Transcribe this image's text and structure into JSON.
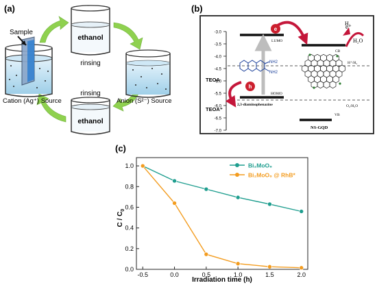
{
  "panels": {
    "a": {
      "label": "(a)",
      "sample_label": "Sample",
      "cation_label": "Cation (Ag⁺) Source",
      "anion_label": "Anion (S²⁻) Source",
      "ethanol_top": "ethanol",
      "ethanol_bottom": "ethanol",
      "rinsing_top": "rinsing",
      "rinsing_bottom": "rinsing",
      "arrow_color": "#8fd14f"
    },
    "b": {
      "label": "(b)",
      "axis_ticks": [
        "-3.0",
        "-3.5",
        "-4.0",
        "-4.5",
        "-5.0",
        "-5.5",
        "-6.0",
        "-6.5",
        "-7.0"
      ],
      "lumo": "LUMO",
      "homo": "HOMO",
      "cb": "CB",
      "vb": "VB",
      "molecule_name": "2,3-diaminophenazine",
      "nh2_1": "NH2",
      "nh2_2": "NH2",
      "teoa": "TEOA",
      "teoa_plus": "TEOA⁺",
      "electron": "e",
      "hole": "h",
      "e_minus": "e⁻",
      "h2": "H₂",
      "h2o": "H₂O",
      "h_couple": "H⁺/H₂",
      "o_couple": "O₂/H₂O",
      "gqd_label": "NS-GQD",
      "accent_red": "#cc1f2e",
      "arrow_crimson": "#c4163a"
    },
    "c": {
      "label": "(c)",
      "chart_data": {
        "type": "line",
        "x": [
          -0.5,
          0.0,
          0.5,
          1.0,
          1.5,
          2.0
        ],
        "xticks": [
          "-0.5",
          "0.0",
          "0.5",
          "1.0",
          "1.5",
          "2.0"
        ],
        "yticks": [
          "0.0",
          "0.2",
          "0.4",
          "0.6",
          "0.8",
          "1.0"
        ],
        "xlim": [
          -0.6,
          2.1
        ],
        "ylim": [
          0,
          1.08
        ],
        "xlabel": "Irradiation time (h)",
        "ylabel": "C / C",
        "ylabel_sub": "0",
        "legend_position": "top-right",
        "series": [
          {
            "name": "Bi₂MoO₆",
            "color": "#1f9e8f",
            "values": [
              1.0,
              0.855,
              0.775,
              0.695,
              0.63,
              0.56
            ]
          },
          {
            "name": "Bi₂MoO₆ @ RhB*",
            "color": "#f39c1f",
            "values": [
              1.0,
              0.64,
              0.145,
              0.055,
              0.025,
              0.015
            ]
          }
        ]
      }
    }
  }
}
